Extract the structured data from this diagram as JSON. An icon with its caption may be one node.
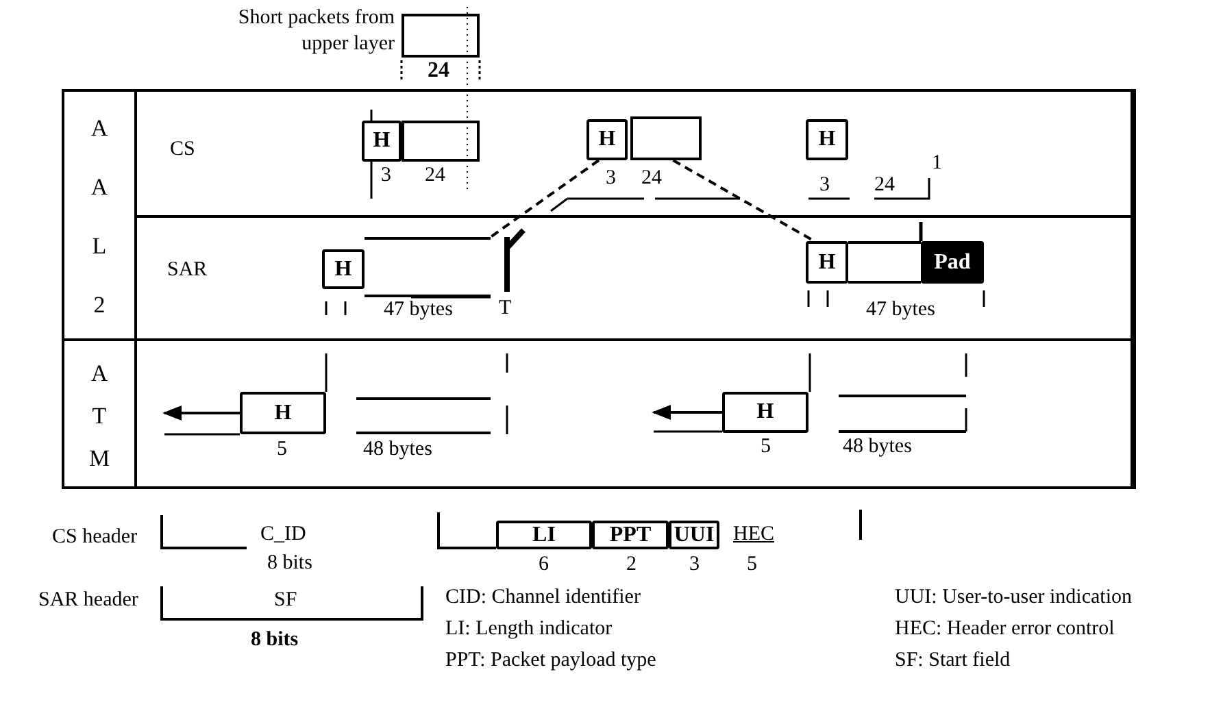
{
  "diagram": {
    "nodes": [
      {
        "text": [],
        "shape": "box"
      },
      {
        "text": [
          "H"
        ]
      },
      {
        "text": [],
        "shape": "box"
      },
      {
        "text": [
          "H"
        ]
      },
      {
        "text": [],
        "shape": "box"
      },
      {
        "text": [
          "H"
        ]
      },
      {
        "text": [
          "H"
        ]
      },
      {
        "text": [],
        "shape": "bar"
      },
      {
        "text": [
          "H"
        ]
      },
      {
        "text": [],
        "shape": "bar"
      },
      {
        "text": [
          "Pad"
        ]
      },
      {
        "text": [
          "H"
        ]
      },
      {
        "text": [],
        "shape": "bar"
      },
      {
        "text": [
          "H"
        ]
      },
      {
        "text": [],
        "shape": "bar"
      },
      {
        "text": [
          "LI"
        ]
      },
      {
        "text": [
          "PPT"
        ]
      },
      {
        "text": [
          "UUI"
        ]
      }
    ],
    "edges": [
      {
        "from": 3,
        "to": 7,
        "arrow": "none",
        "style": "dashed"
      },
      {
        "from": 4,
        "to": 8,
        "arrow": "none",
        "style": "dashed"
      },
      {
        "from": 11,
        "to": null,
        "arrow": "to"
      },
      {
        "from": 13,
        "to": null,
        "arrow": "to"
      }
    ],
    "labels": [
      "Short packets from upper layer",
      "24",
      "AAL2",
      "CS",
      "3",
      "24",
      "3",
      "24",
      "3",
      "24",
      "1",
      "SAR",
      "47 bytes",
      "T",
      "47 bytes",
      "ATM",
      "5",
      "48 bytes",
      "5",
      "48 bytes",
      "CS header",
      "C_ID",
      "8 bits",
      "HEC",
      "6",
      "2",
      "3",
      "5",
      "SAR header",
      "SF",
      "8 bits",
      "CID: Channel identifier",
      "UUI: User-to-user indication",
      "LI: Length indicator",
      "HEC: Header error control",
      "PPT: Packet payload type",
      "SF: Start field"
    ]
  }
}
